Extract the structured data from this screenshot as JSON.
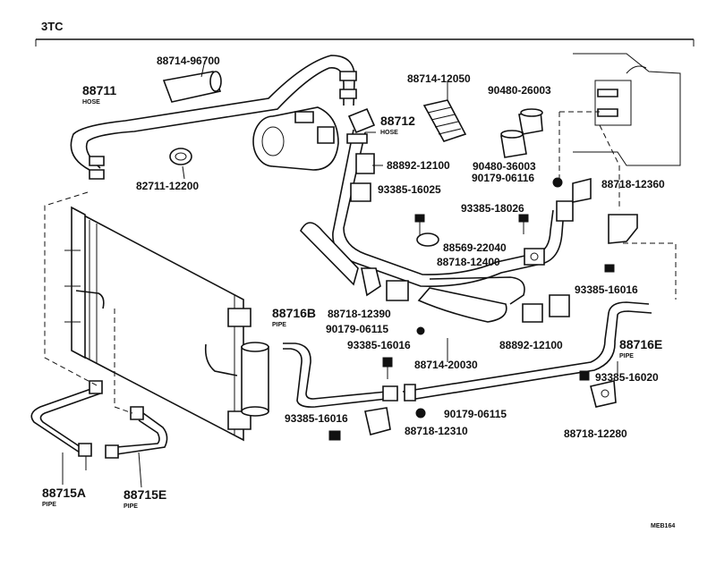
{
  "diagram": {
    "header": "3TC",
    "code": "MEB164",
    "labels": {
      "p88711": "88711",
      "p88711_sub": "HOSE",
      "p88714_96700": "88714-96700",
      "p82711_12200": "82711-12200",
      "p88714_12050": "88714-12050",
      "p88712": "88712",
      "p88712_sub": "HOSE",
      "p90480_26003": "90480-26003",
      "p90480_36003": "90480-36003",
      "p88892_12100_top": "88892-12100",
      "p93385_16025": "93385-16025",
      "p90179_06116": "90179-06116",
      "p88718_12360": "88718-12360",
      "p93385_18026": "93385-18026",
      "p88569_22040": "88569-22040",
      "p88718_12400": "88718-12400",
      "p93385_16016_r": "93385-16016",
      "p88716b": "88716B",
      "p88716b_sub": "PIPE",
      "p88718_12390": "88718-12390",
      "p90179_06115_a": "90179-06115",
      "p93385_16016_c": "93385-16016",
      "p88714_20030": "88714-20030",
      "p88892_12100_bot": "88892-12100",
      "p88716e": "88716E",
      "p88716e_sub": "PIPE",
      "p93385_16020": "93385-16020",
      "p90179_06115_b": "90179-06115",
      "p93385_16016_l": "93385-16016",
      "p88718_12310": "88718-12310",
      "p88718_12280": "88718-12280",
      "p88715a": "88715A",
      "p88715a_sub": "PIPE",
      "p88715e": "88715E",
      "p88715e_sub": "PIPE"
    }
  }
}
